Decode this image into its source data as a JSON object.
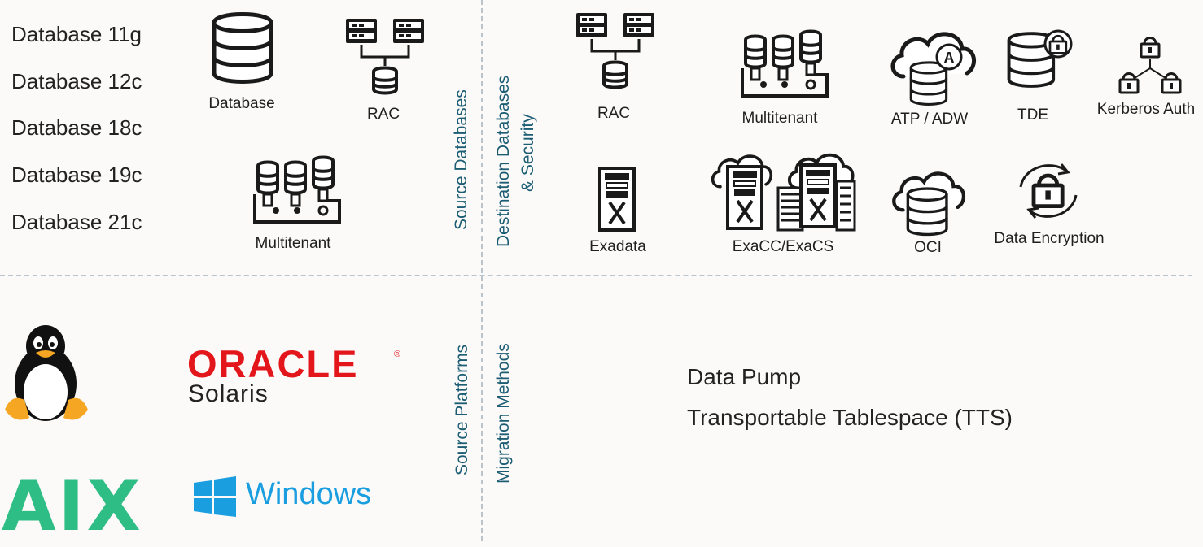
{
  "source_databases": {
    "section_label": "Source Databases",
    "versions": [
      "Database 11g",
      "Database 12c",
      "Database 18c",
      "Database 19c",
      "Database 21c"
    ],
    "icons": {
      "database": {
        "label": "Database",
        "icon": "database-icon"
      },
      "rac": {
        "label": "RAC",
        "icon": "rac-icon"
      },
      "multitenant": {
        "label": "Multitenant",
        "icon": "multitenant-icon"
      }
    }
  },
  "destination": {
    "section_label_line1": "Destination  Databases",
    "section_label_line2": "& Security",
    "icons": {
      "rac": {
        "label": "RAC",
        "icon": "rac-icon"
      },
      "multitenant": {
        "label": "Multitenant",
        "icon": "multitenant-icon"
      },
      "atp_adw": {
        "label": "ATP / ADW",
        "icon": "cloud-database-icon"
      },
      "tde": {
        "label": "TDE",
        "icon": "encrypted-database-icon"
      },
      "kerberos": {
        "label": "Kerberos Auth",
        "icon": "lock-network-icon"
      },
      "exadata": {
        "label": "Exadata",
        "icon": "exadata-icon"
      },
      "exacc": {
        "label": "ExaCC/ExaCS",
        "icon": "exadata-cloud-icon"
      },
      "oci": {
        "label": "OCI",
        "icon": "cloud-database-icon"
      },
      "encryption": {
        "label": "Data Encryption",
        "icon": "rotating-lock-icon"
      }
    }
  },
  "source_platforms": {
    "section_label": "Source Platforms",
    "logos": {
      "linux": {
        "icon": "linux-penguin-icon"
      },
      "oracle": {
        "brand": "ORACLE",
        "registered": "®",
        "product": "Solaris",
        "color": "#e3161b"
      },
      "aix": {
        "text": "AIX",
        "color": "#2fbd86"
      },
      "windows": {
        "text": "Windows",
        "color": "#1a9ee0",
        "icon": "windows-logo-icon"
      }
    }
  },
  "migration": {
    "section_label": "Migration Methods",
    "methods": [
      "Data Pump",
      "Transportable Tablespace (TTS)"
    ]
  },
  "colors": {
    "section_label": "#1c5d74",
    "divider": "#b9c4cc",
    "icon_stroke": "#1a1a1a",
    "background": "#fbfaf8"
  }
}
